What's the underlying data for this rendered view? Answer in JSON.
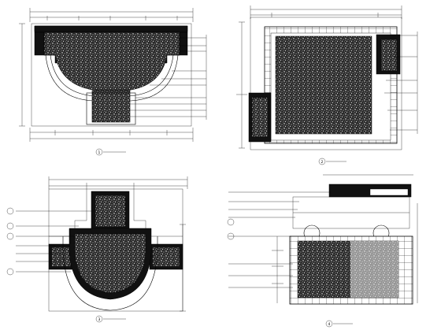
{
  "drawings": [
    {
      "name": "plan-view-1",
      "number": "1"
    },
    {
      "name": "plan-view-2",
      "number": "2"
    },
    {
      "name": "plan-view-3",
      "number": "3"
    },
    {
      "name": "plan-view-4",
      "number": "4"
    }
  ]
}
